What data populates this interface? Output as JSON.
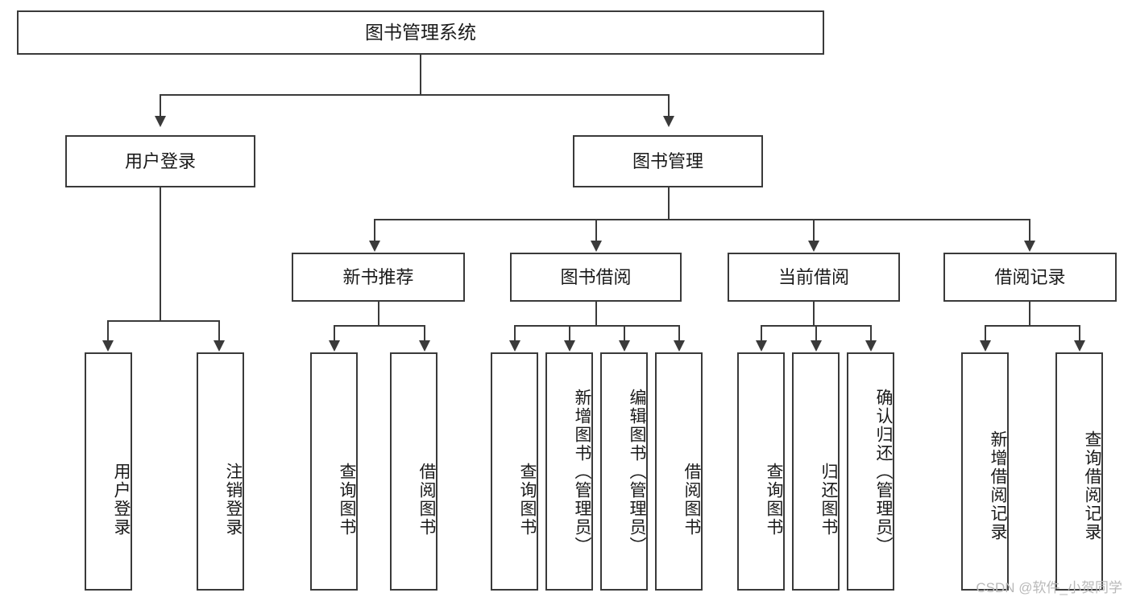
{
  "diagram": {
    "type": "tree",
    "title": "图书管理系统",
    "root": {
      "label": "图书管理系统"
    },
    "level2": [
      {
        "label": "用户登录"
      },
      {
        "label": "图书管理"
      }
    ],
    "level3": [
      {
        "label": "新书推荐"
      },
      {
        "label": "图书借阅"
      },
      {
        "label": "当前借阅"
      },
      {
        "label": "借阅记录"
      }
    ],
    "leaves": {
      "user_login": [
        {
          "label": "用户登录"
        },
        {
          "label": "注销登录"
        }
      ],
      "new_book_recommend": [
        {
          "label": "查询图书"
        },
        {
          "label": "借阅图书"
        }
      ],
      "book_borrow": [
        {
          "label": "查询图书"
        },
        {
          "label": "新增图书（管理员）"
        },
        {
          "label": "编辑图书（管理员）"
        },
        {
          "label": "借阅图书"
        }
      ],
      "current_borrow": [
        {
          "label": "查询图书"
        },
        {
          "label": "归还图书"
        },
        {
          "label": "确认归还（管理员）"
        }
      ],
      "borrow_record": [
        {
          "label": "新增借阅记录"
        },
        {
          "label": "查询借阅记录"
        }
      ]
    }
  },
  "watermark": {
    "text": "CSDN @软件_小贺同学"
  },
  "colors": {
    "stroke": "#3a3a3a",
    "background": "#ffffff",
    "text": "#1a1a1a",
    "watermark": "#b9b9b9"
  }
}
